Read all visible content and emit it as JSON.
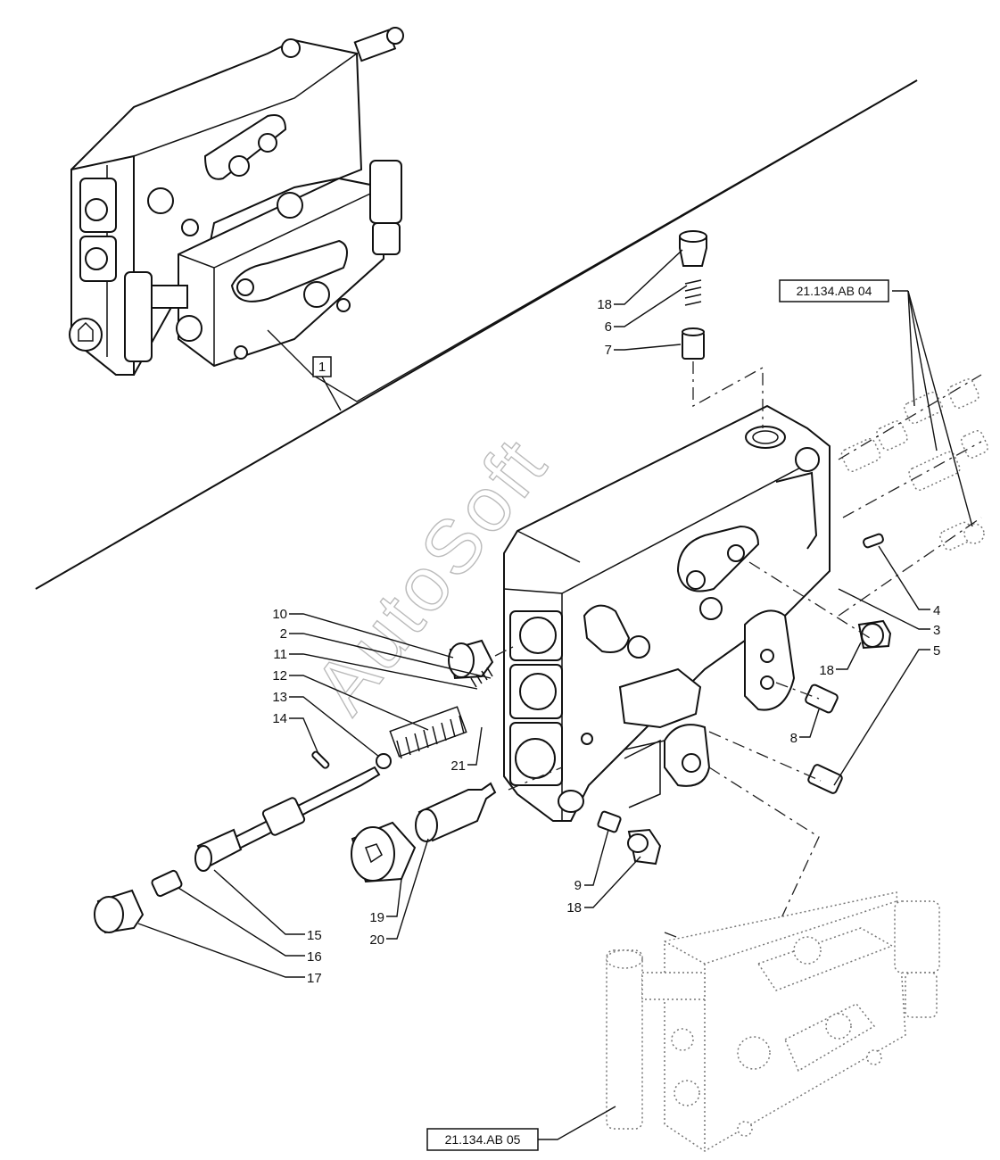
{
  "watermark": "AutoSoft",
  "assembly_callout": "1",
  "reference_labels": [
    "21.134.AB 04",
    "21.134.AB 05"
  ],
  "part_callouts": [
    "18",
    "6",
    "7",
    "4",
    "3",
    "5",
    "18",
    "8",
    "10",
    "2",
    "11",
    "12",
    "13",
    "14",
    "21",
    "9",
    "18",
    "19",
    "20",
    "15",
    "16",
    "17"
  ]
}
